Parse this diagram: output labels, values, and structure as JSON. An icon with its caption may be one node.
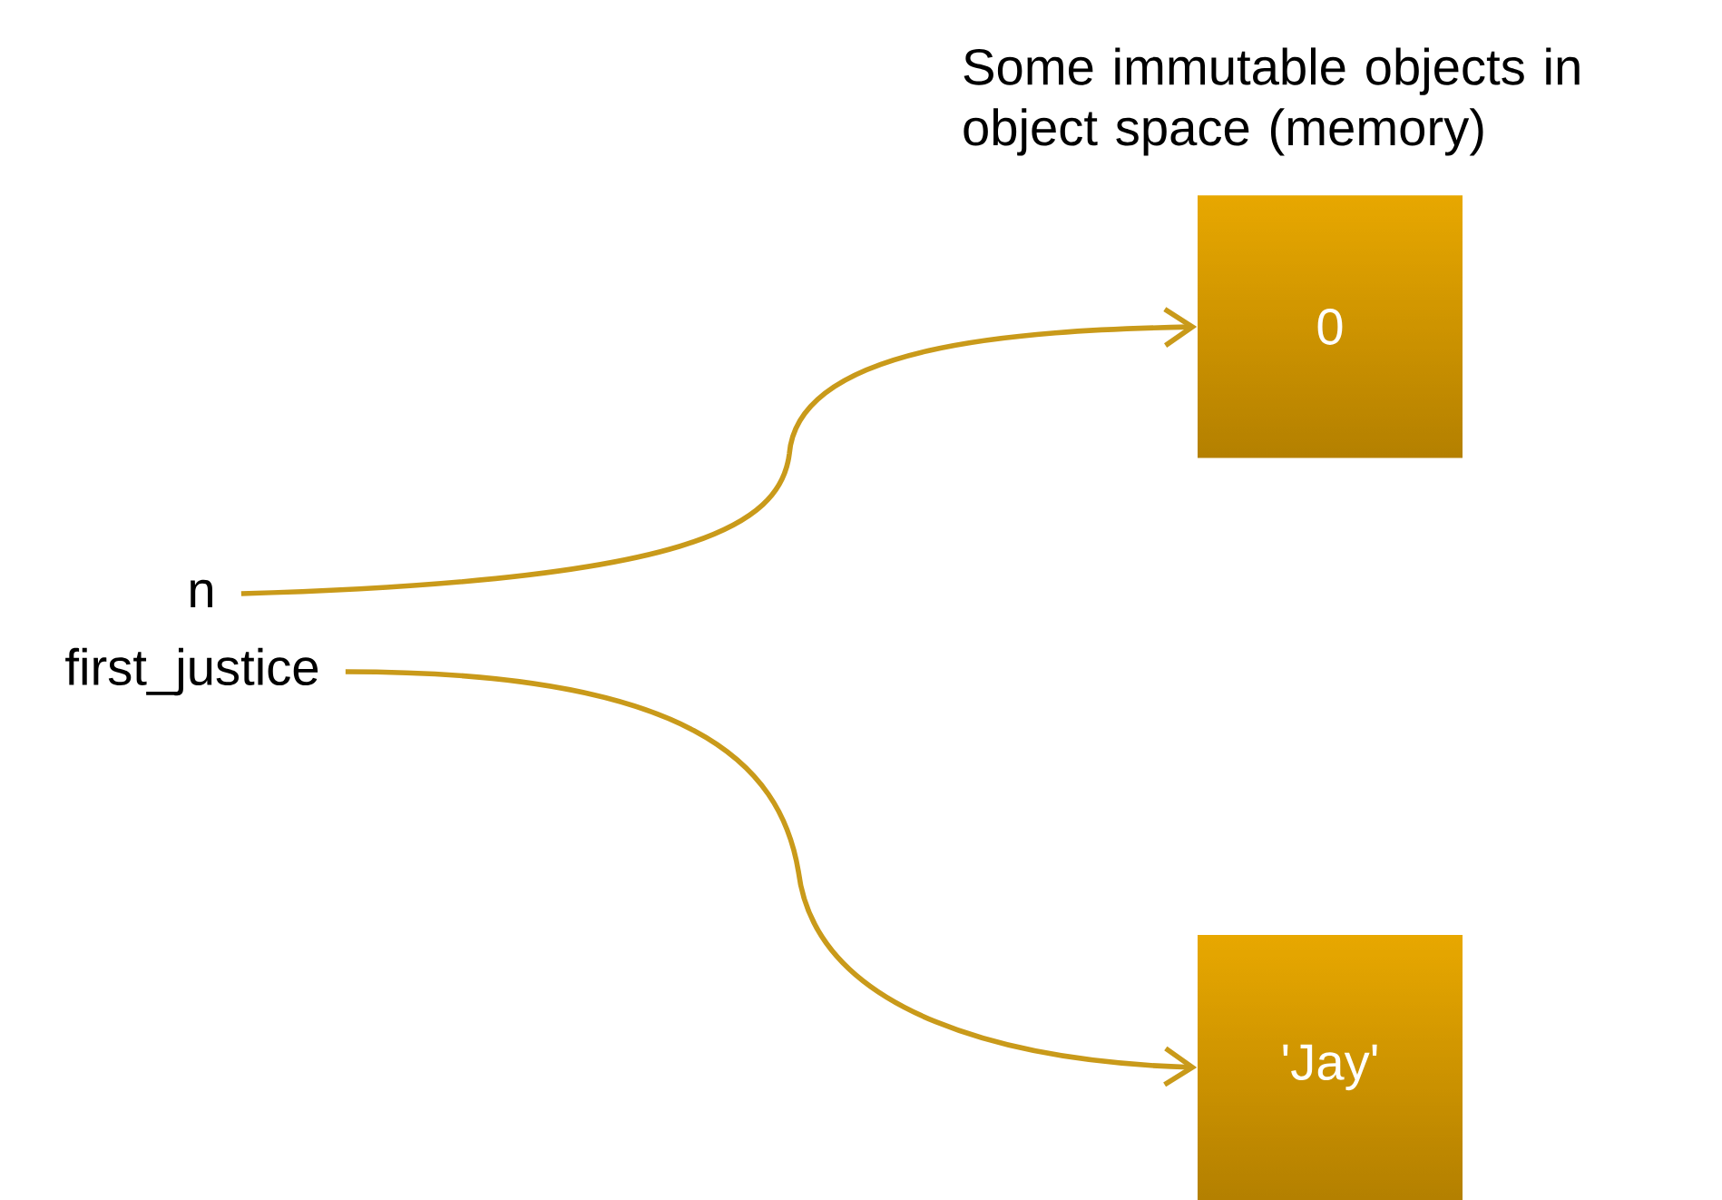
{
  "diagram": {
    "nodes": [
      {
        "text": [
          "n"
        ]
      },
      {
        "text": [
          "first_justice"
        ]
      },
      {
        "text": [
          "0"
        ]
      },
      {
        "text": [
          "'Jay'"
        ]
      }
    ],
    "edges": [
      {
        "from": 0,
        "to": 2,
        "arrow": "to"
      },
      {
        "from": 1,
        "to": 3,
        "arrow": "to"
      }
    ],
    "labels": [
      "Some immutable objects in object space (memory)"
    ]
  }
}
